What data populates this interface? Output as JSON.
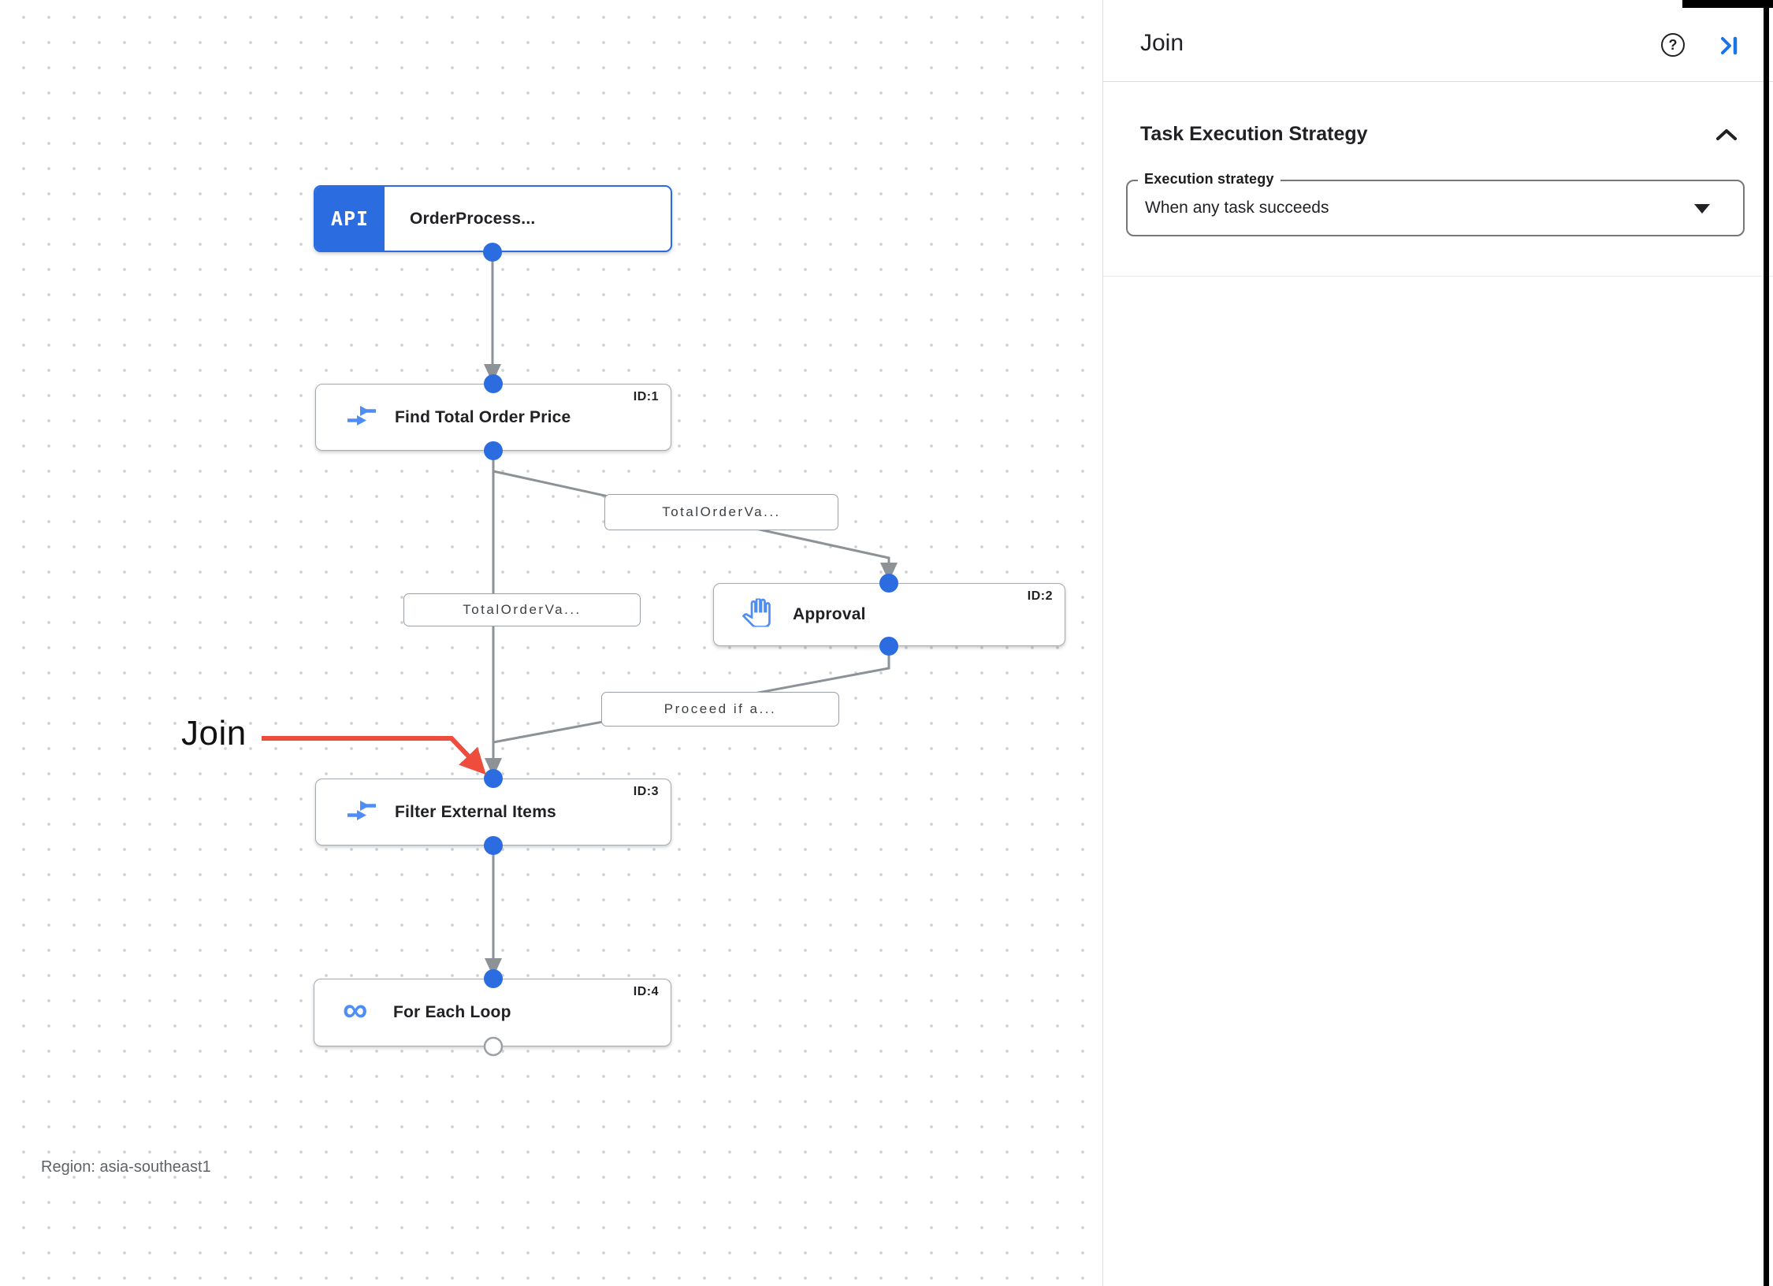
{
  "panel": {
    "title": "Join",
    "help_glyph": "?",
    "section_title": "Task Execution Strategy",
    "field_label": "Execution strategy",
    "field_value": "When any task succeeds"
  },
  "canvas": {
    "region_label": "Region: asia-southeast1",
    "annotation_text": "Join",
    "nodes": [
      {
        "badge": "API",
        "title": "OrderProcess...",
        "id": ""
      },
      {
        "title": "Find Total Order Price",
        "id": "ID:1",
        "icon": "data-mapping"
      },
      {
        "title": "Approval",
        "id": "ID:2",
        "icon": "hand"
      },
      {
        "title": "Filter External Items",
        "id": "ID:3",
        "icon": "data-mapping"
      },
      {
        "title": "For Each Loop",
        "id": "ID:4",
        "icon": "loop"
      }
    ],
    "edge_labels": [
      "TotalOrderVa...",
      "TotalOrderVa...",
      "Proceed if a..."
    ],
    "icons": {
      "loop_glyph": "∞"
    }
  },
  "colors": {
    "accent_blue": "#2b6ce0",
    "icon_blue": "#4e8df6",
    "edge_gray": "#8d9297",
    "annotation_red": "#ee4c3c"
  }
}
